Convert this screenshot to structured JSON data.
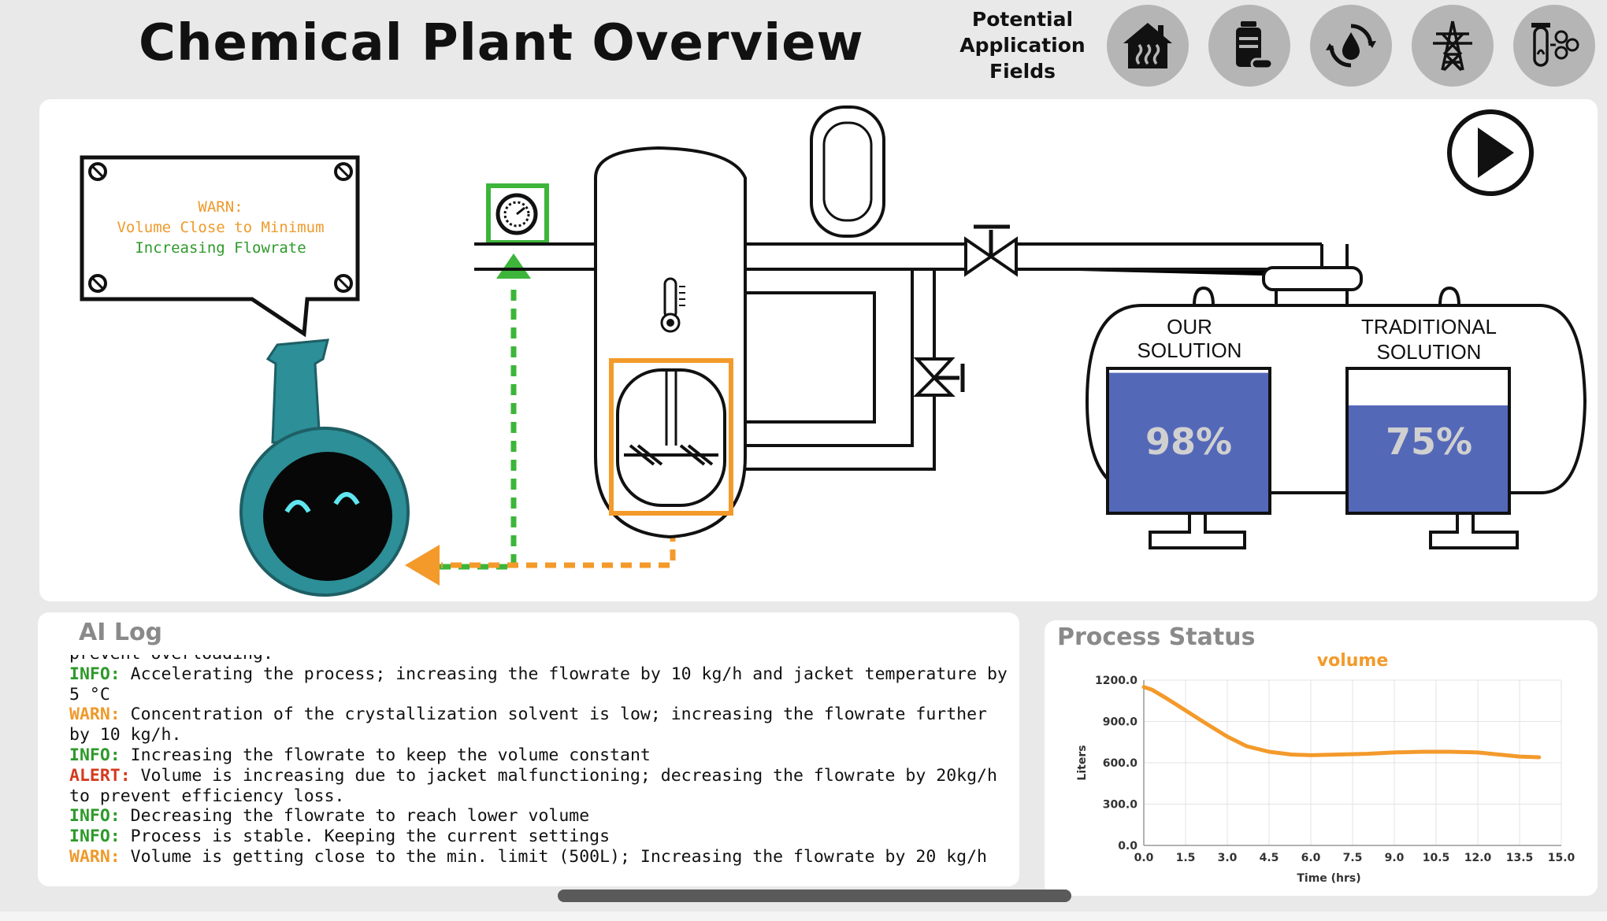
{
  "header": {
    "title": "Chemical Plant Overview",
    "apps_label": "Potential Application Fields",
    "app_icons": [
      {
        "name": "home-heating-icon"
      },
      {
        "name": "medicine-bottle-icon"
      },
      {
        "name": "water-cycle-icon"
      },
      {
        "name": "power-tower-icon"
      },
      {
        "name": "lab-tube-icon"
      }
    ]
  },
  "diagram": {
    "speech": {
      "warn_label": "WARN:",
      "line1": "Volume Close to Minimum",
      "line2": "Increasing Flowrate"
    },
    "tanks": {
      "our_label_1": "OUR",
      "our_label_2": "SOLUTION",
      "our_value": "98%",
      "our_level": 0.98,
      "traditional_label_1": "TRADITIONAL",
      "traditional_label_2": "SOLUTION",
      "traditional_value": "75%",
      "traditional_level": 0.75
    },
    "colors": {
      "tank_fill": "#5468b8",
      "accent_green": "#3db53a",
      "accent_orange": "#f39a2b",
      "robot_teal": "#2d8f97"
    }
  },
  "ai_log": {
    "title": "AI Log",
    "clipped_line": "prevent overloading.",
    "entries": [
      {
        "level": "INFO:",
        "cls": "lv-info",
        "text": " Accelerating the process; increasing the flowrate by 10 kg/h and jacket temperature by 5 °C"
      },
      {
        "level": "WARN:",
        "cls": "lv-warn",
        "text": " Concentration of the crystallization solvent is low; increasing the flowrate further by 10 kg/h."
      },
      {
        "level": "INFO:",
        "cls": "lv-info",
        "text": " Increasing the flowrate to keep the volume constant"
      },
      {
        "level": "ALERT:",
        "cls": "lv-alert",
        "text": " Volume is increasing due to jacket malfunctioning; decreasing the flowrate by 20kg/h to prevent efficiency loss."
      },
      {
        "level": "INFO:",
        "cls": "lv-info",
        "text": " Decreasing the flowrate to reach lower volume"
      },
      {
        "level": "INFO:",
        "cls": "lv-info",
        "text": " Process is stable. Keeping the current settings"
      },
      {
        "level": "WARN:",
        "cls": "lv-warn",
        "text": " Volume is getting close to the min. limit (500L); Increasing the flowrate by 20 kg/h"
      }
    ]
  },
  "status": {
    "title": "Process Status"
  },
  "chart_data": {
    "type": "line",
    "title": "volume",
    "xlabel": "Time (hrs)",
    "ylabel": "Liters",
    "xlim": [
      0,
      15
    ],
    "ylim": [
      0,
      1200
    ],
    "xticks": [
      "0.0",
      "1.5",
      "3.0",
      "4.5",
      "6.0",
      "7.5",
      "9.0",
      "10.5",
      "12.0",
      "13.5",
      "15.0"
    ],
    "yticks": [
      "0.0",
      "300.0",
      "600.0",
      "900.0",
      "1200.0"
    ],
    "grid": true,
    "series": [
      {
        "color": "#f39a2b",
        "x": [
          0.0,
          0.3,
          0.8,
          1.5,
          2.2,
          3.0,
          3.7,
          4.5,
          5.3,
          6.0,
          7.0,
          8.0,
          9.0,
          10.0,
          11.0,
          12.0,
          13.0,
          13.5,
          14.2
        ],
        "y": [
          1150,
          1130,
          1070,
          980,
          890,
          790,
          720,
          680,
          660,
          655,
          660,
          665,
          675,
          680,
          680,
          675,
          655,
          645,
          640
        ]
      }
    ]
  }
}
